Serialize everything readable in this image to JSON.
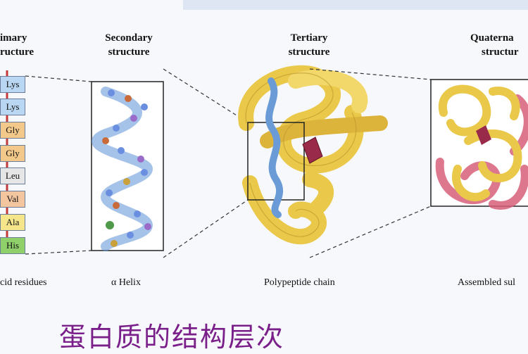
{
  "panels": {
    "primary": {
      "title_line1": "imary",
      "title_line2": "ructure",
      "caption": "cid residues",
      "residues": [
        "Lys",
        "Lys",
        "Gly",
        "Gly",
        "Leu",
        "Val",
        "Ala",
        "His"
      ],
      "residue_colors": [
        "#b9d6f2",
        "#b9d6f2",
        "#f2c98a",
        "#f2c98a",
        "#e6e6e6",
        "#f4c6a0",
        "#f5e68c",
        "#8fd06a"
      ]
    },
    "secondary": {
      "title_line1": "Secondary",
      "title_line2": "structure",
      "caption": "α Helix"
    },
    "tertiary": {
      "title_line1": "Tertiary",
      "title_line2": "structure",
      "caption": "Polypeptide chain"
    },
    "quaternary": {
      "title_line1": "Quaterna",
      "title_line2": "structur",
      "caption": "Assembled sul"
    }
  },
  "chinese_title": "蛋白质的结构层次",
  "colors": {
    "helix_blue": "#5b8fd6",
    "chain_yellow": "#e9c84a",
    "subunit_red": "#d8607a",
    "title_purple": "#7a1f8a"
  }
}
